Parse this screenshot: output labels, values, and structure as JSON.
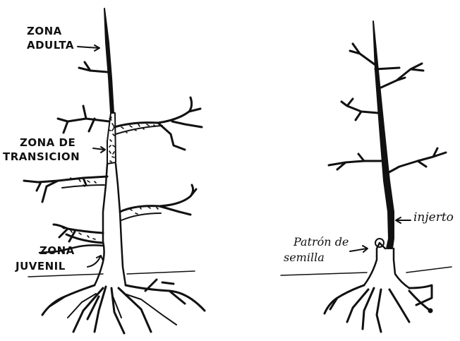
{
  "colors": {
    "ink": "#111111",
    "paper": "#ffffff"
  },
  "labels": {
    "zona_adulta": [
      "ZONA",
      "ADULTA"
    ],
    "zona_transicion": [
      "ZONA DE",
      "TRANSICION"
    ],
    "zona_juvenil": [
      "ZONA",
      "JUVENIL"
    ],
    "injerto": "injerto",
    "patron": [
      "Patrón de",
      "semilla"
    ]
  }
}
